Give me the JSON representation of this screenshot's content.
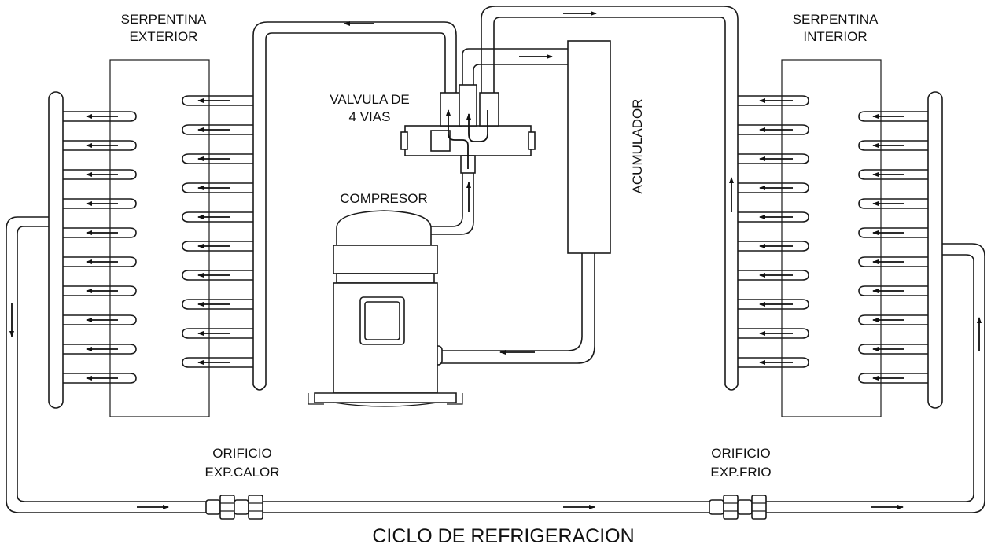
{
  "title": "CICLO DE REFRIGERACION",
  "labels": {
    "outdoor_coil": [
      "SERPENTINA",
      "EXTERIOR"
    ],
    "indoor_coil": [
      "SERPENTINA",
      "INTERIOR"
    ],
    "valve": [
      "VALVULA DE",
      "4 VIAS"
    ],
    "compressor": "COMPRESOR",
    "accumulator": "ACUMULADOR",
    "orifice_heat": [
      "ORIFICIO",
      "EXP.CALOR"
    ],
    "orifice_cool": [
      "ORIFICIO",
      "EXP.FRIO"
    ]
  },
  "coil_tube_count": 10,
  "colors": {
    "line": "#1a1a1a",
    "background": "#ffffff"
  }
}
